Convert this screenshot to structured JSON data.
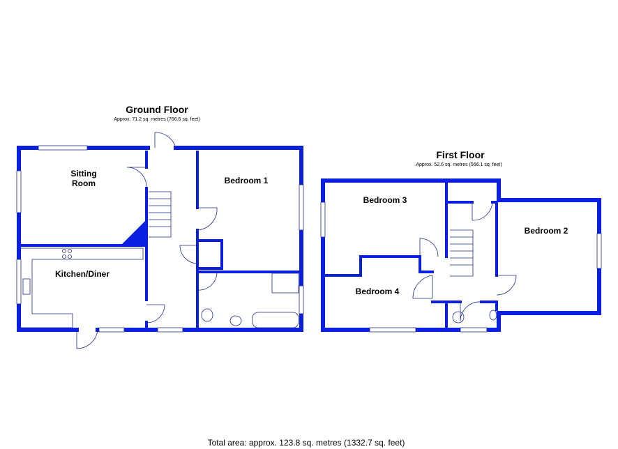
{
  "ground_floor": {
    "title": "Ground Floor",
    "area": "Approx. 71.2 sq. metres (766.6 sq. feet)",
    "rooms": {
      "sitting_line1": "Sitting",
      "sitting_line2": "Room",
      "bedroom1": "Bedroom 1",
      "kitchen": "Kitchen/Diner"
    }
  },
  "first_floor": {
    "title": "First Floor",
    "area": "Approx. 52.6 sq. metres (566.1 sq. feet)",
    "rooms": {
      "bedroom2": "Bedroom 2",
      "bedroom3": "Bedroom 3",
      "bedroom4": "Bedroom 4"
    }
  },
  "total_area": "Total area: approx. 123.8 sq. metres (1332.7 sq. feet)",
  "colors": {
    "wall": "#0a1fe0"
  }
}
